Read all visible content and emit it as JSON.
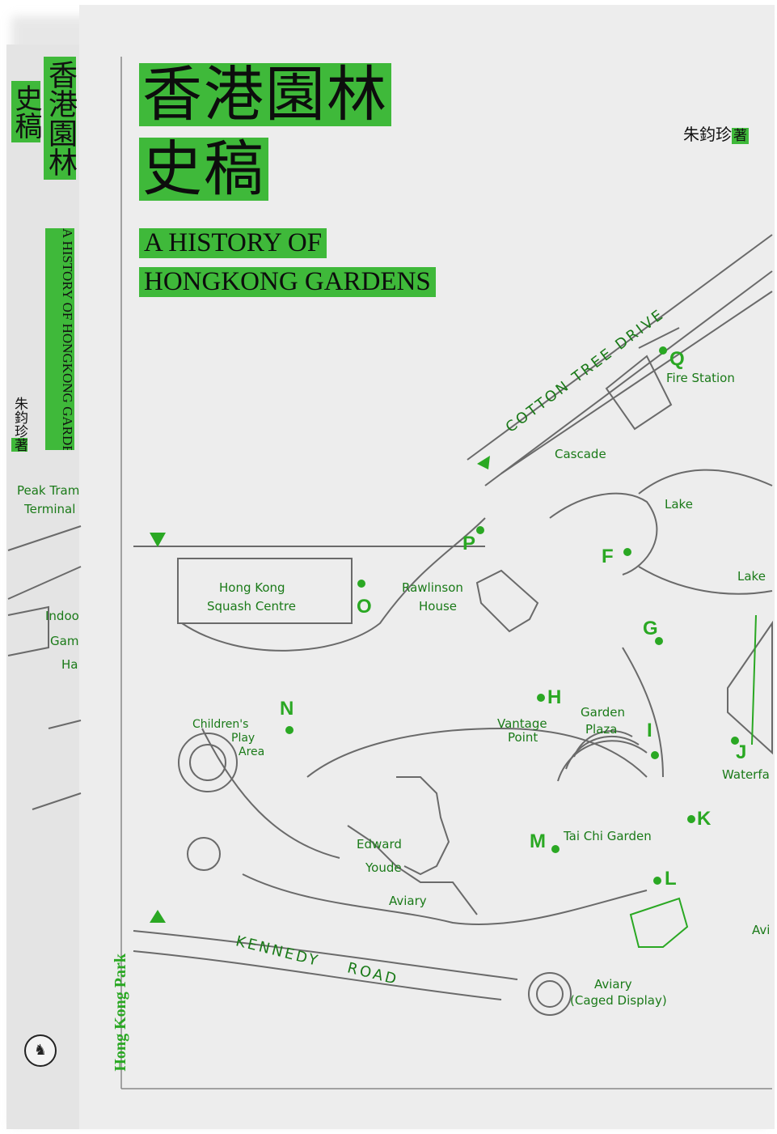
{
  "cover": {
    "title_cn_line1": "香港園林",
    "title_cn_line2": "史稿",
    "title_en_line1": "A HISTORY OF",
    "title_en_line2": "HONGKONG GARDENS",
    "author": "朱鈞珍",
    "author_mark": "著"
  },
  "spine": {
    "title_cn_a": "香港園林",
    "title_cn_b": "史稿",
    "title_en": "A HISTORY OF HONGKONG GARDENS",
    "author": "朱鈞珍",
    "author_mark": "著",
    "publisher_logo": "lion-logo-icon"
  },
  "map": {
    "roads": {
      "cotton_tree": "COTTON TREE DRIVE",
      "kennedy": "KENNEDY",
      "road": "ROAD"
    },
    "park_name": "Hong Kong Park",
    "labels": {
      "fire_station": "Fire Station",
      "cascade": "Cascade",
      "lake1": "Lake",
      "lake2": "Lake",
      "squash_1": "Hong Kong",
      "squash_2": "Squash Centre",
      "rawlinson_1": "Rawlinson",
      "rawlinson_2": "House",
      "children_1": "Children's",
      "children_2": "Play",
      "children_3": "Area",
      "vantage_1": "Vantage",
      "vantage_2": "Point",
      "garden_1": "Garden",
      "garden_2": "Plaza",
      "waterfall": "Waterfa",
      "aviary_1": "Edward",
      "aviary_2": "Youde",
      "aviary_3": "Aviary",
      "taichi": "Tai Chi Garden",
      "aviary_caged_1": "Aviary",
      "aviary_caged_2": "(Caged Display)",
      "avi_cut": "Avi",
      "peak_1": "Peak Tram",
      "peak_2": "Terminal",
      "indoor_1": "Indoo",
      "indoor_2": "Gam",
      "indoor_3": "Ha"
    },
    "letters": {
      "Q": "Q",
      "P": "P",
      "F": "F",
      "O": "O",
      "G": "G",
      "H": "H",
      "I": "I",
      "N": "N",
      "J": "J",
      "K": "K",
      "M": "M",
      "L": "L"
    },
    "colors": {
      "accent": "#3fb93a",
      "map_line": "#555555",
      "label_green": "#1a7a18"
    }
  }
}
